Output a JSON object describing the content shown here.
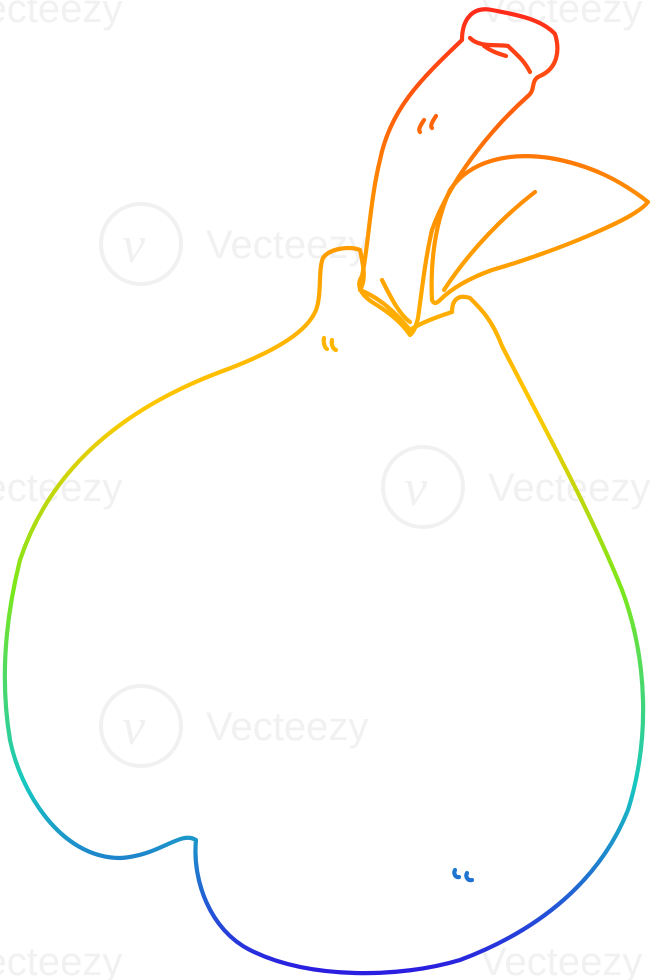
{
  "image": {
    "subject": "pear-with-leaf",
    "style": "line-drawing",
    "background_color": "#ffffff",
    "gradient_colors": {
      "top": "#ff2a1a",
      "upper": "#ff8c00",
      "middle_upper": "#ffc800",
      "middle": "#7be81a",
      "lower": "#16c8c0",
      "bottom": "#2a1ee0"
    }
  },
  "watermark": {
    "text": "Vecteezy",
    "logo_glyph": "v",
    "color": "#e6e6e6"
  }
}
